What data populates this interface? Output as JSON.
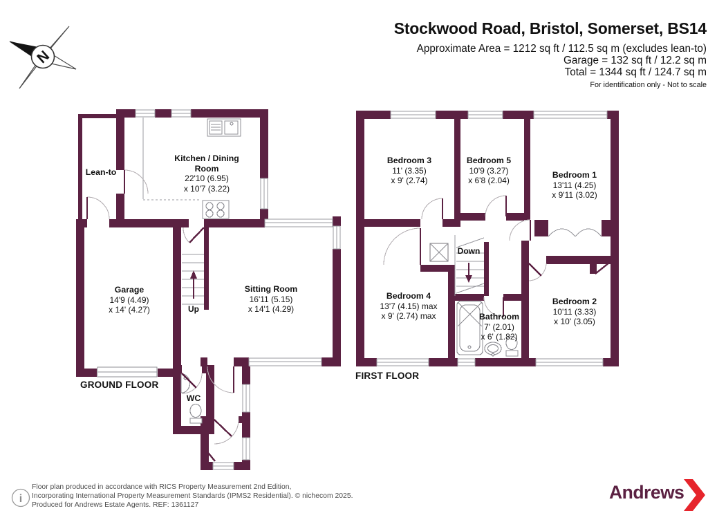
{
  "header": {
    "title": "Stockwood Road, Bristol, Somerset, BS14",
    "area_line1": "Approximate Area = 1212 sq ft / 112.5 sq m (excludes lean-to)",
    "area_line2": "Garage = 132 sq ft / 12.2 sq m",
    "area_line3": "Total = 1344 sq ft / 124.7 sq m",
    "disclaimer": "For identification only - Not to scale"
  },
  "compass": {
    "north_letter": "N"
  },
  "floors": {
    "ground": {
      "label": "GROUND FLOOR",
      "stairs_label": "Up",
      "rooms": {
        "lean_to": {
          "name": "Lean-to"
        },
        "kitchen_dining": {
          "name": "Kitchen / Dining Room",
          "dim1": "22'10 (6.95)",
          "dim2": "x 10'7 (3.22)"
        },
        "garage": {
          "name": "Garage",
          "dim1": "14'9 (4.49)",
          "dim2": "x 14' (4.27)"
        },
        "sitting_room": {
          "name": "Sitting Room",
          "dim1": "16'11 (5.15)",
          "dim2": "x 14'1 (4.29)"
        },
        "wc": {
          "name": "WC"
        }
      },
      "icons": [
        "kitchen-sink-icon",
        "hob-icon",
        "staircase-up-icon",
        "garage-door-icon",
        "wc-toilet-icon",
        "wc-basin-icon"
      ]
    },
    "first": {
      "label": "FIRST FLOOR",
      "stairs_label": "Down",
      "rooms": {
        "bedroom3": {
          "name": "Bedroom 3",
          "dim1": "11' (3.35)",
          "dim2": "x 9' (2.74)"
        },
        "bedroom5": {
          "name": "Bedroom 5",
          "dim1": "10'9 (3.27)",
          "dim2": "x 6'8 (2.04)"
        },
        "bedroom1": {
          "name": "Bedroom 1",
          "dim1": "13'11 (4.25)",
          "dim2": "x 9'11 (3.02)"
        },
        "bedroom4": {
          "name": "Bedroom 4",
          "dim1": "13'7 (4.15) max",
          "dim2": "x 9' (2.74) max"
        },
        "bathroom": {
          "name": "Bathroom",
          "dim1": "7' (2.01)",
          "dim2": "x 6' (1.82)"
        },
        "bedroom2": {
          "name": "Bedroom 2",
          "dim1": "10'11 (3.33)",
          "dim2": "x 10' (3.05)"
        }
      },
      "icons": [
        "bath-icon",
        "basin-icon",
        "toilet-icon",
        "staircase-down-icon",
        "airing-cupboard-icon",
        "wardrobe-icon"
      ]
    }
  },
  "footer": {
    "line1": "Floor plan produced in accordance with RICS Property Measurement 2nd Edition,",
    "line2": "Incorporating International Property Measurement Standards (IPMS2 Residential).   © nichecom 2025.",
    "line3": "Produced for Andrews Estate Agents.    REF: 1361127"
  },
  "brand": {
    "name": "Andrews"
  },
  "colors": {
    "wall": "#5b2142",
    "brand_arrow": "#e6252c",
    "brand_text": "#5b2142"
  }
}
